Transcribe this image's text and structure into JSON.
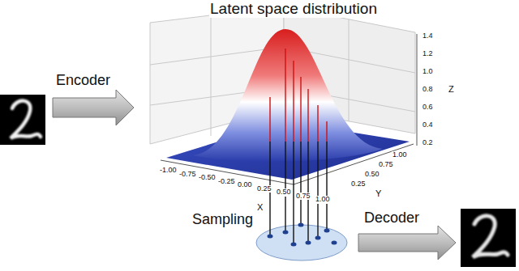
{
  "diagram": {
    "title": "Latent space distribution",
    "labels": [
      "Encoder",
      "-1.00",
      "-0.75",
      "-0.50",
      "-0.25",
      "0.00",
      "0.25",
      "0.50",
      "0.75",
      "1.00",
      "X",
      "0.25",
      "0.50",
      "0.75",
      "1.00",
      "Y",
      "1.4",
      "1.2",
      "1.0",
      "0.8",
      "0.6",
      "0.4",
      "0.2",
      "Z",
      "Sampling",
      "Decoder"
    ]
  }
}
